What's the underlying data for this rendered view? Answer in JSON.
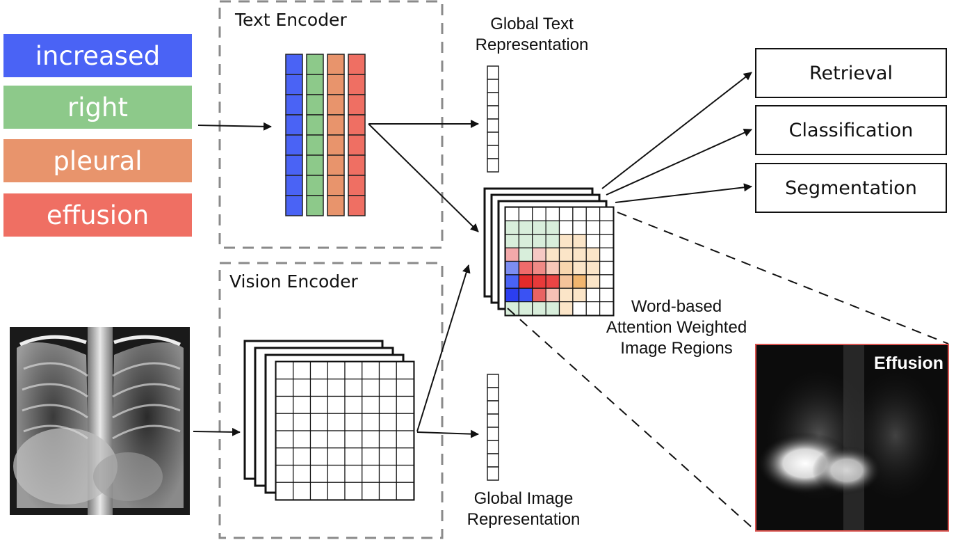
{
  "words": [
    {
      "text": "increased",
      "color": "#4a63f5"
    },
    {
      "text": "right",
      "color": "#8dc98a"
    },
    {
      "text": "pleural",
      "color": "#e8946c"
    },
    {
      "text": "effusion",
      "color": "#ef6f63"
    }
  ],
  "text_encoder": {
    "title": "Text Encoder"
  },
  "vision_encoder": {
    "title": "Vision Encoder"
  },
  "global_text": {
    "line1": "Global Text",
    "line2": "Representation"
  },
  "global_image": {
    "line1": "Global Image",
    "line2": "Representation"
  },
  "attention": {
    "line1": "Word-based",
    "line2": "Attention Weighted",
    "line3": "Image Regions"
  },
  "tasks": [
    "Retrieval",
    "Classification",
    "Segmentation"
  ],
  "heatmap": {
    "label": "Effusion",
    "border_color": "#d9534f"
  }
}
